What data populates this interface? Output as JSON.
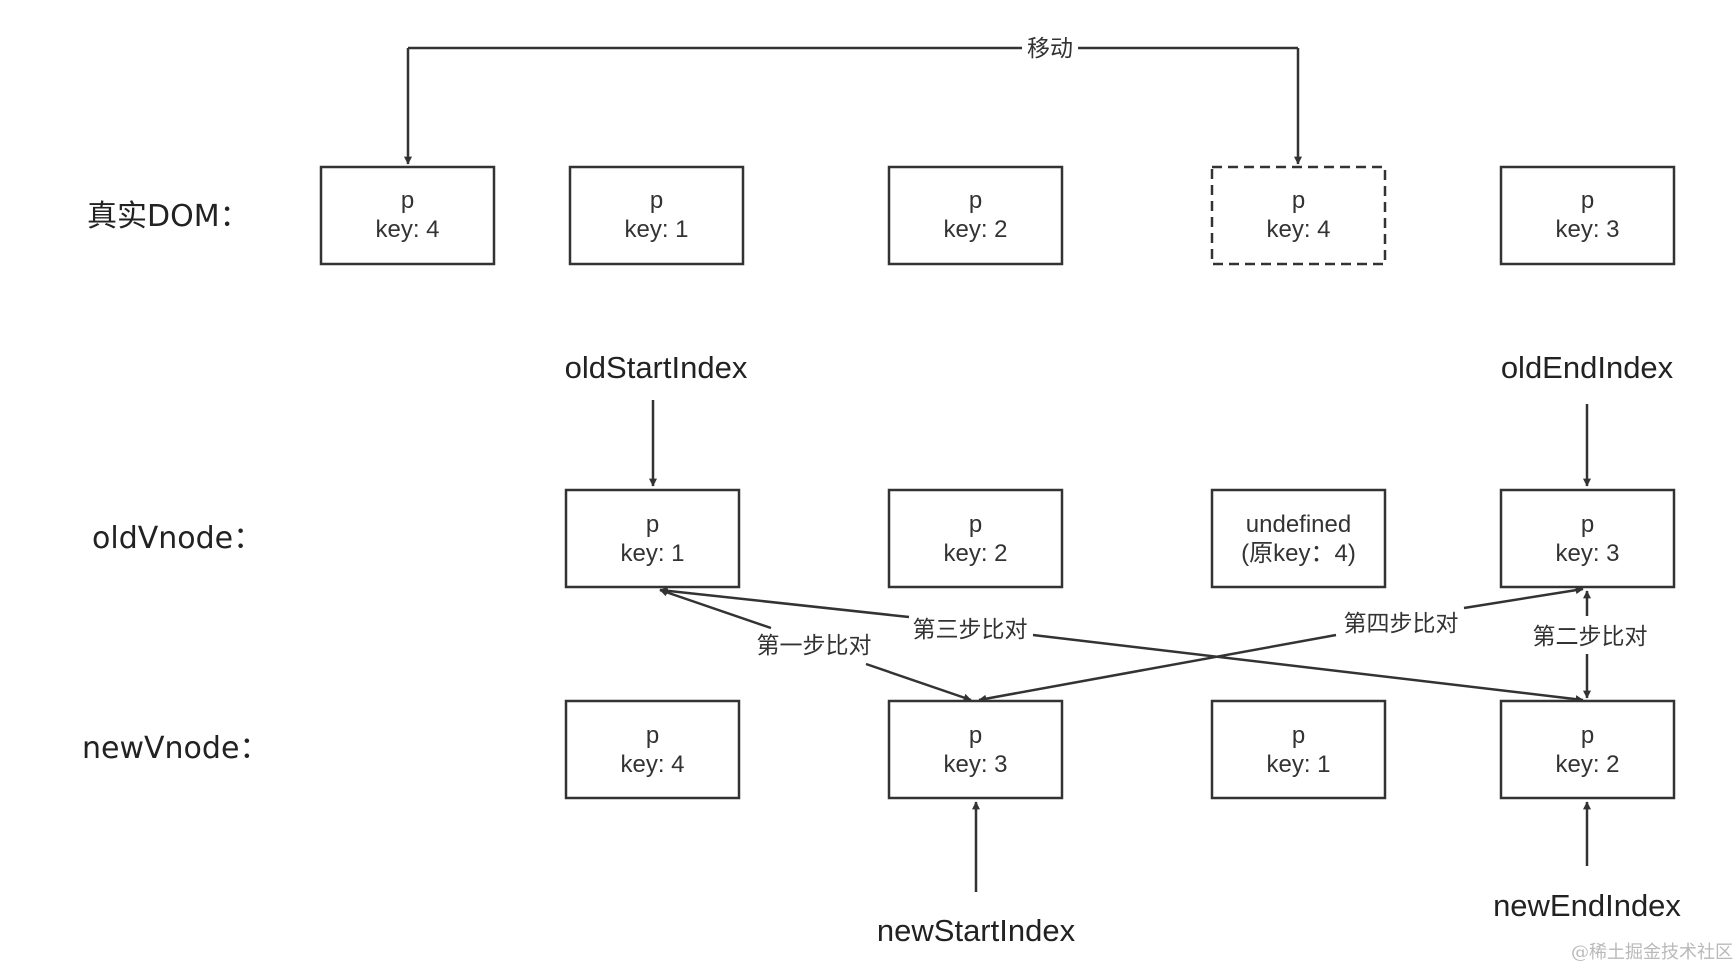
{
  "row_labels": {
    "real_dom": "真实DOM：",
    "old_vnode": "oldVnode：",
    "new_vnode": "newVnode："
  },
  "real_dom": [
    {
      "tag": "p",
      "key": "key: 4",
      "dashed": false
    },
    {
      "tag": "p",
      "key": "key: 1",
      "dashed": false
    },
    {
      "tag": "p",
      "key": "key: 2",
      "dashed": false
    },
    {
      "tag": "p",
      "key": "key: 4",
      "dashed": true
    },
    {
      "tag": "p",
      "key": "key: 3",
      "dashed": false
    }
  ],
  "old_vnode": [
    {
      "tag": "p",
      "key": "key: 1"
    },
    {
      "tag": "p",
      "key": "key: 2"
    },
    {
      "tag": "undefined",
      "key": "(原key：4)"
    },
    {
      "tag": "p",
      "key": "key: 3"
    }
  ],
  "new_vnode": [
    {
      "tag": "p",
      "key": "key: 4"
    },
    {
      "tag": "p",
      "key": "key: 3"
    },
    {
      "tag": "p",
      "key": "key: 1"
    },
    {
      "tag": "p",
      "key": "key: 2"
    }
  ],
  "pointers": {
    "old_start": "oldStartIndex",
    "old_end": "oldEndIndex",
    "new_start": "newStartIndex",
    "new_end": "newEndIndex"
  },
  "edges": {
    "move": "移动",
    "step1": "第一步比对",
    "step2": "第二步比对",
    "step3": "第三步比对",
    "step4": "第四步比对"
  },
  "watermark": "@稀土掘金技术社区"
}
